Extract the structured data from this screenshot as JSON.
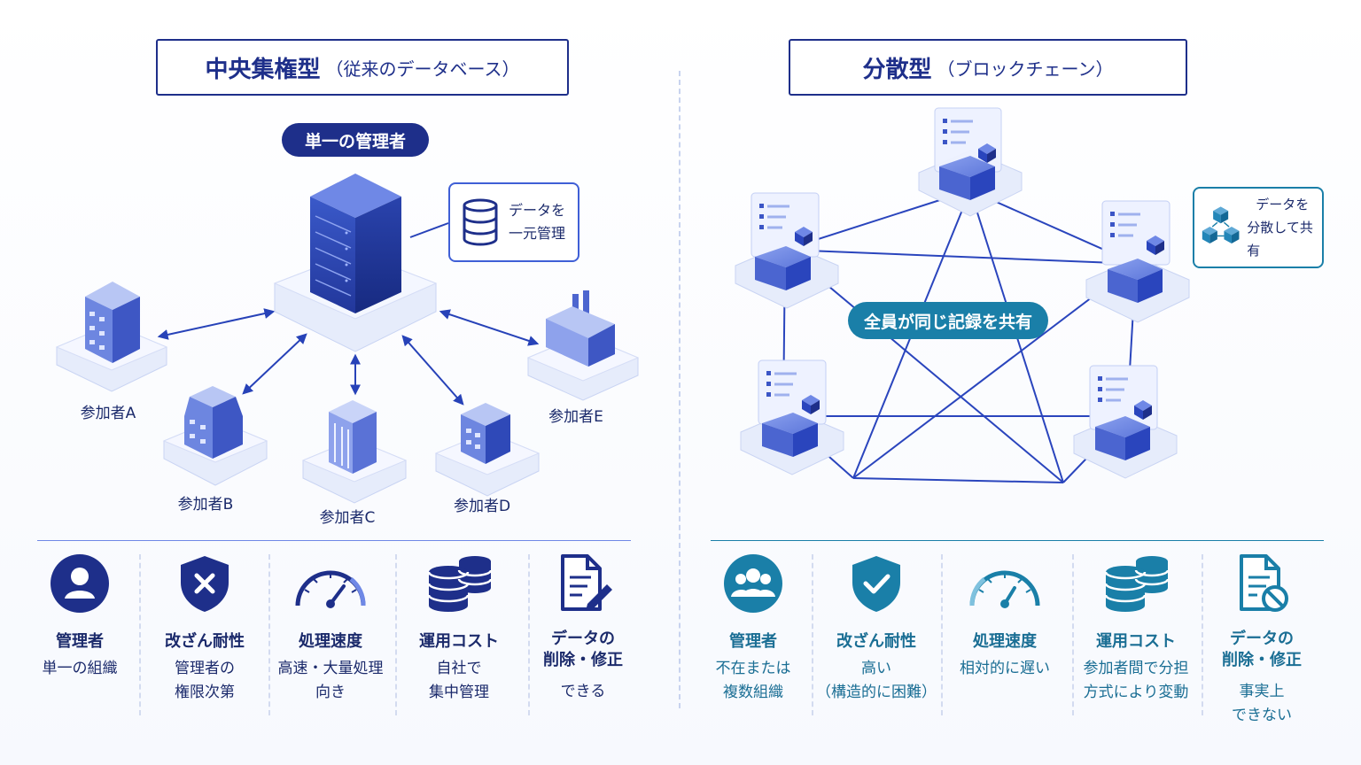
{
  "left": {
    "title_main": "中央集権型",
    "title_sub": "（従来のデータベース）",
    "admin_label": "単一の管理者",
    "callout_line1": "データを",
    "callout_line2": "一元管理",
    "participants": [
      "参加者A",
      "参加者B",
      "参加者C",
      "参加者D",
      "参加者E"
    ],
    "metrics": [
      {
        "label": "管理者",
        "value1": "単一の組織",
        "value2": ""
      },
      {
        "label": "改ざん耐性",
        "value1": "管理者の",
        "value2": "権限次第"
      },
      {
        "label": "処理速度",
        "value1": "高速・大量処理",
        "value2": "向き"
      },
      {
        "label": "運用コスト",
        "value1": "自社で",
        "value2": "集中管理"
      },
      {
        "label": "データの",
        "label2": "削除・修正",
        "value1": "できる",
        "value2": ""
      }
    ],
    "metric_icons": [
      "user-icon",
      "shield-x-icon",
      "gauge-fast-icon",
      "database-stack-icon",
      "document-edit-icon"
    ]
  },
  "right": {
    "title_main": "分散型",
    "title_sub": "（ブロックチェーン）",
    "shared_label": "全員が同じ記録を共有",
    "callout_line1": "データを",
    "callout_line2": "分散して共有",
    "metrics": [
      {
        "label": "管理者",
        "value1": "不在または",
        "value2": "複数組織"
      },
      {
        "label": "改ざん耐性",
        "value1": "高い",
        "value2": "（構造的に困難）"
      },
      {
        "label": "処理速度",
        "value1": "相対的に遅い",
        "value2": ""
      },
      {
        "label": "運用コスト",
        "value1": "参加者間で分担",
        "value2": "方式により変動"
      },
      {
        "label": "データの",
        "label2": "削除・修正",
        "value1": "事実上",
        "value2": "できない"
      }
    ],
    "metric_icons": [
      "group-icon",
      "shield-check-icon",
      "gauge-slow-icon",
      "database-stack-icon",
      "document-block-icon"
    ]
  },
  "colors": {
    "navy": "#1e2f8a",
    "blue": "#3f5fd6",
    "teal": "#1a7fa8",
    "bg": "#ffffff"
  }
}
